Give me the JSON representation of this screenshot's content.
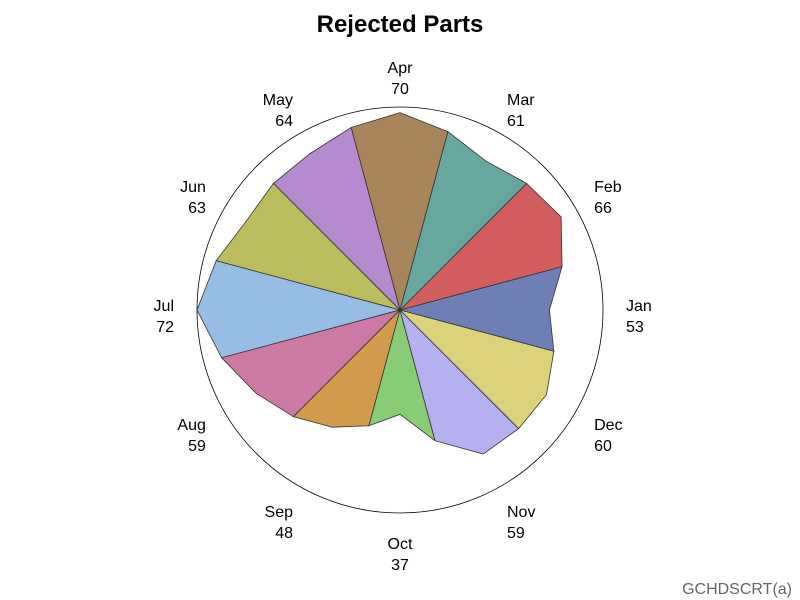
{
  "chart_data": {
    "type": "star",
    "title": "Rejected Parts",
    "footnote": "GCHDSCRT(a)",
    "categories": [
      "Jan",
      "Feb",
      "Mar",
      "Apr",
      "May",
      "Jun",
      "Jul",
      "Aug",
      "Sep",
      "Oct",
      "Nov",
      "Dec"
    ],
    "values": [
      53,
      66,
      61,
      70,
      64,
      63,
      72,
      59,
      48,
      37,
      59,
      60
    ],
    "max": 72,
    "colors": [
      "#6e7fb6",
      "#d35d5d",
      "#66a8a0",
      "#a8855a",
      "#b68ace",
      "#bbbc5e",
      "#96bde3",
      "#cc7aa3",
      "#d29a4c",
      "#88cc76",
      "#b6aff0",
      "#ddd27c"
    ]
  }
}
